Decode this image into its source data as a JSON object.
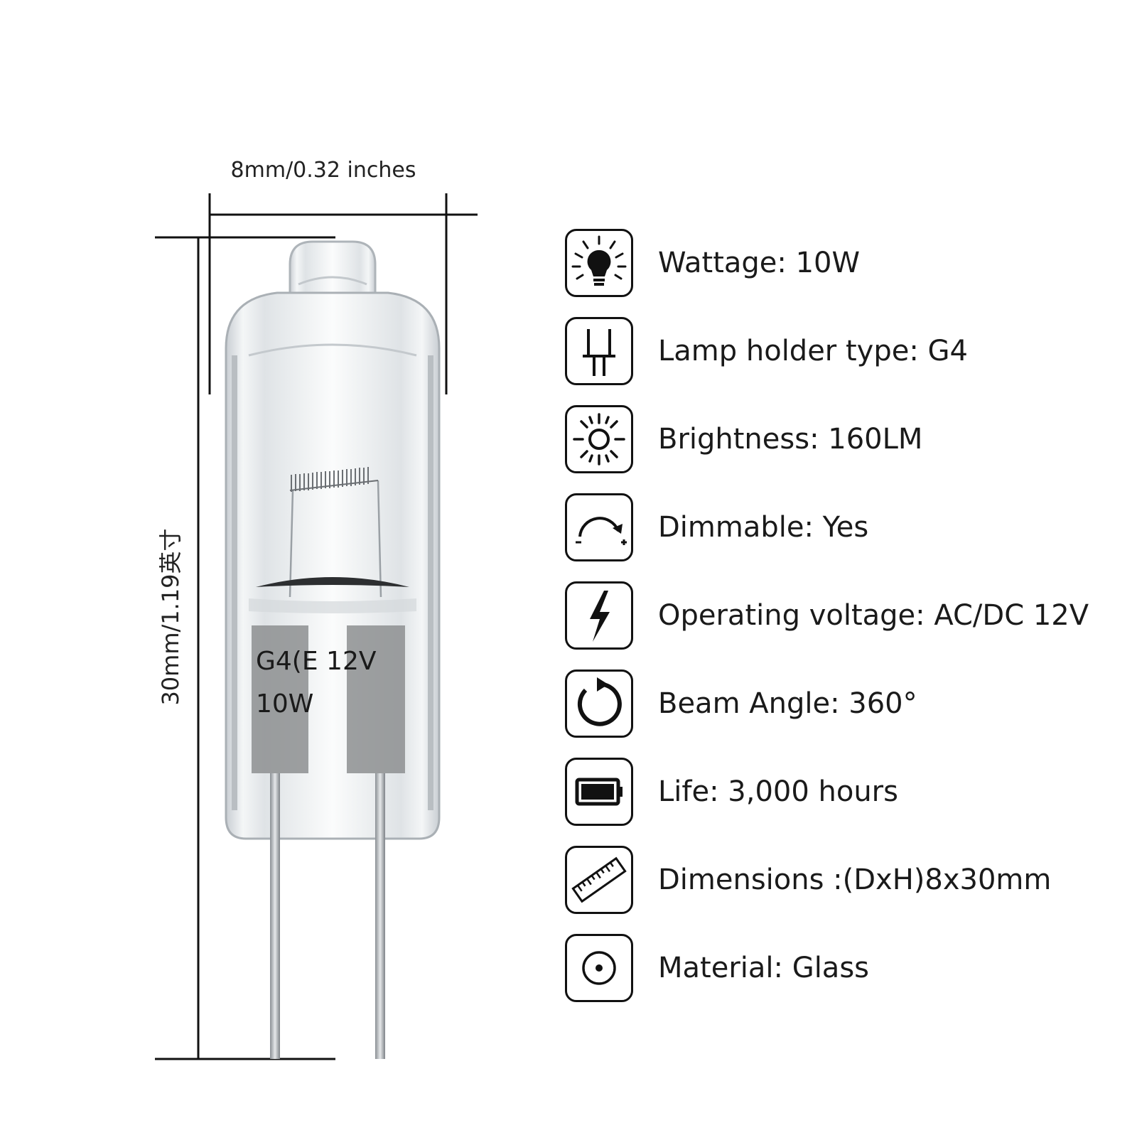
{
  "dimensions": {
    "width_label": "8mm/0.32 inches",
    "height_label": "30mm/1.19英寸"
  },
  "bulb": {
    "base_text_line1": "G4(E 12V",
    "base_text_line2": "10W"
  },
  "specs": [
    {
      "icon": "bulb-icon",
      "text": "Wattage: 10W"
    },
    {
      "icon": "lamp-holder-icon",
      "text": "Lamp holder type: G4"
    },
    {
      "icon": "sun-icon",
      "text": "Brightness: 160LM"
    },
    {
      "icon": "dimmer-icon",
      "text": "Dimmable: Yes"
    },
    {
      "icon": "lightning-icon",
      "text": "Operating voltage: AC/DC 12V"
    },
    {
      "icon": "rotate-icon",
      "text": "Beam Angle: 360°"
    },
    {
      "icon": "battery-icon",
      "text": "Life: 3,000 hours"
    },
    {
      "icon": "ruler-icon",
      "text": "Dimensions :(DxH)8x30mm"
    },
    {
      "icon": "material-icon",
      "text": "Material: Glass"
    }
  ]
}
